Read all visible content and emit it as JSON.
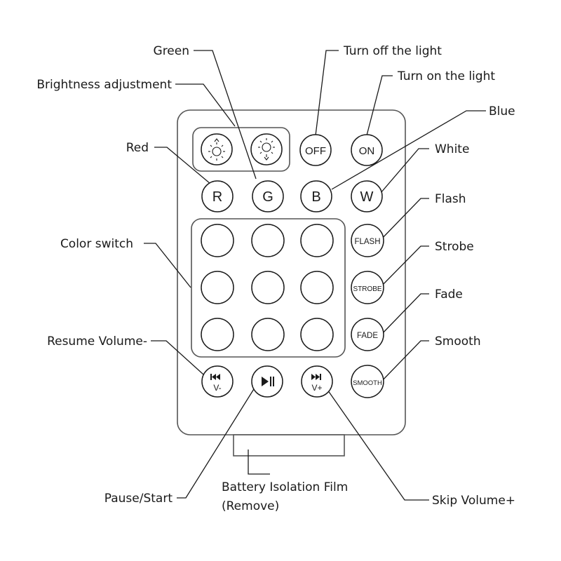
{
  "labels": {
    "green": "Green",
    "turn_off": "Turn off the light",
    "brightness": "Brightness adjustment",
    "turn_on": "Turn on the light",
    "blue": "Blue",
    "red": "Red",
    "white": "White",
    "flash": "Flash",
    "color_switch": "Color switch",
    "strobe": "Strobe",
    "fade": "Fade",
    "resume_volume": "Resume Volume-",
    "smooth": "Smooth",
    "pause_start": "Pause/Start",
    "battery_line1": "Battery Isolation Film",
    "battery_line2": "(Remove)",
    "skip_volume": "Skip Volume+"
  },
  "buttons": {
    "off": "OFF",
    "on": "ON",
    "r": "R",
    "g": "G",
    "b": "B",
    "w": "W",
    "flash": "FLASH",
    "strobe": "STROBE",
    "fade": "FADE",
    "smooth": "SMOOTH",
    "prev_vol": "V-",
    "next_vol": "V+"
  },
  "icons": {
    "brightness_up": "sun-up-arrow-icon",
    "brightness_down": "sun-down-arrow-icon",
    "previous": "previous-track-icon",
    "play_pause": "play-pause-icon",
    "next": "next-track-icon"
  }
}
